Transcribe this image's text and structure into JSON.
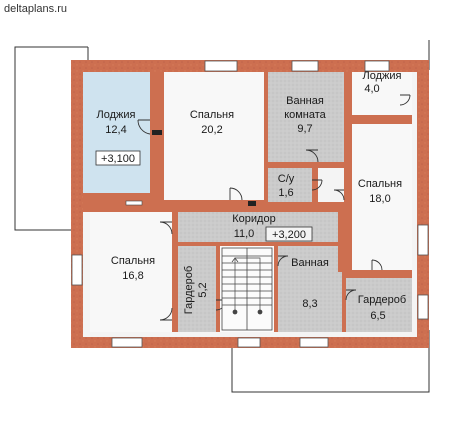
{
  "watermark": "deltaplans.ru",
  "rooms": [
    {
      "id": "loggia-left",
      "name": "Лоджия",
      "area": "12,4"
    },
    {
      "id": "bedroom-top",
      "name": "Спальня",
      "area": "20,2"
    },
    {
      "id": "bathroom-top",
      "name": "Ванная комната",
      "name_line1": "Ванная",
      "name_line2": "комната",
      "area": "9,7"
    },
    {
      "id": "loggia-right",
      "name": "Лоджия",
      "area": "4,0"
    },
    {
      "id": "wc",
      "name": "С/у",
      "area": "1,6"
    },
    {
      "id": "bedroom-right",
      "name": "Спальня",
      "area": "18,0"
    },
    {
      "id": "corridor",
      "name": "Коридор",
      "area": "11,0"
    },
    {
      "id": "bedroom-left",
      "name": "Спальня",
      "area": "16,8"
    },
    {
      "id": "wardrobe-left",
      "name": "Гардероб",
      "area": "5,2"
    },
    {
      "id": "bathroom-bottom",
      "name": "Ванная",
      "area": "8,3"
    },
    {
      "id": "wardrobe-right",
      "name": "Гардероб",
      "area": "6,5"
    }
  ],
  "levels": {
    "loggia": "+3,100",
    "floor": "+3,200"
  },
  "colors": {
    "brick": "#cd6f50",
    "brick_dark": "#b85a3e",
    "loggia_blue": "#cfe3ef",
    "room_gray": "#c9c9c9",
    "floor_light": "#f4f4f4",
    "outline": "#333333"
  }
}
